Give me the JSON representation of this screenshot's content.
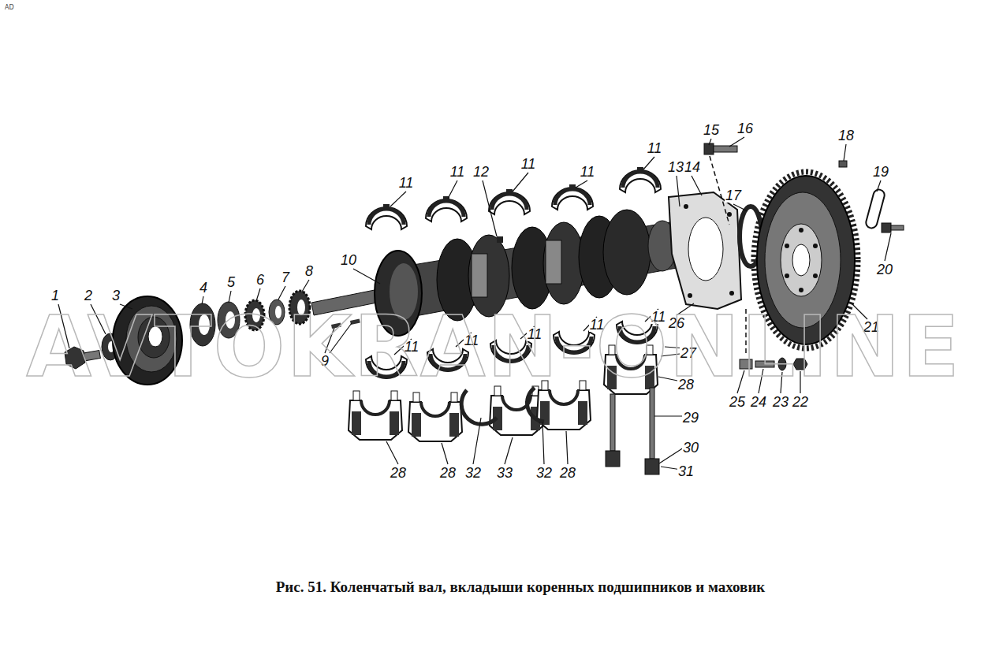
{
  "diagram": {
    "caption": "Рис. 51. Коленчатый вал, вкладыши коренных подшипников и маховик",
    "labels": [
      "AD",
      "1",
      "2",
      "3",
      "4",
      "5",
      "6",
      "7",
      "8",
      "9",
      "10",
      "11",
      "11",
      "12",
      "11",
      "11",
      "11",
      "13",
      "14",
      "15",
      "16",
      "17",
      "18",
      "19",
      "20",
      "21",
      "11",
      "11",
      "11",
      "11",
      "11",
      "26",
      "27",
      "28",
      "29",
      "30",
      "31",
      "25",
      "24",
      "23",
      "22",
      "28",
      "28",
      "32",
      "33",
      "32",
      "28",
      "AVTOKRAN-ONLINE"
    ]
  }
}
